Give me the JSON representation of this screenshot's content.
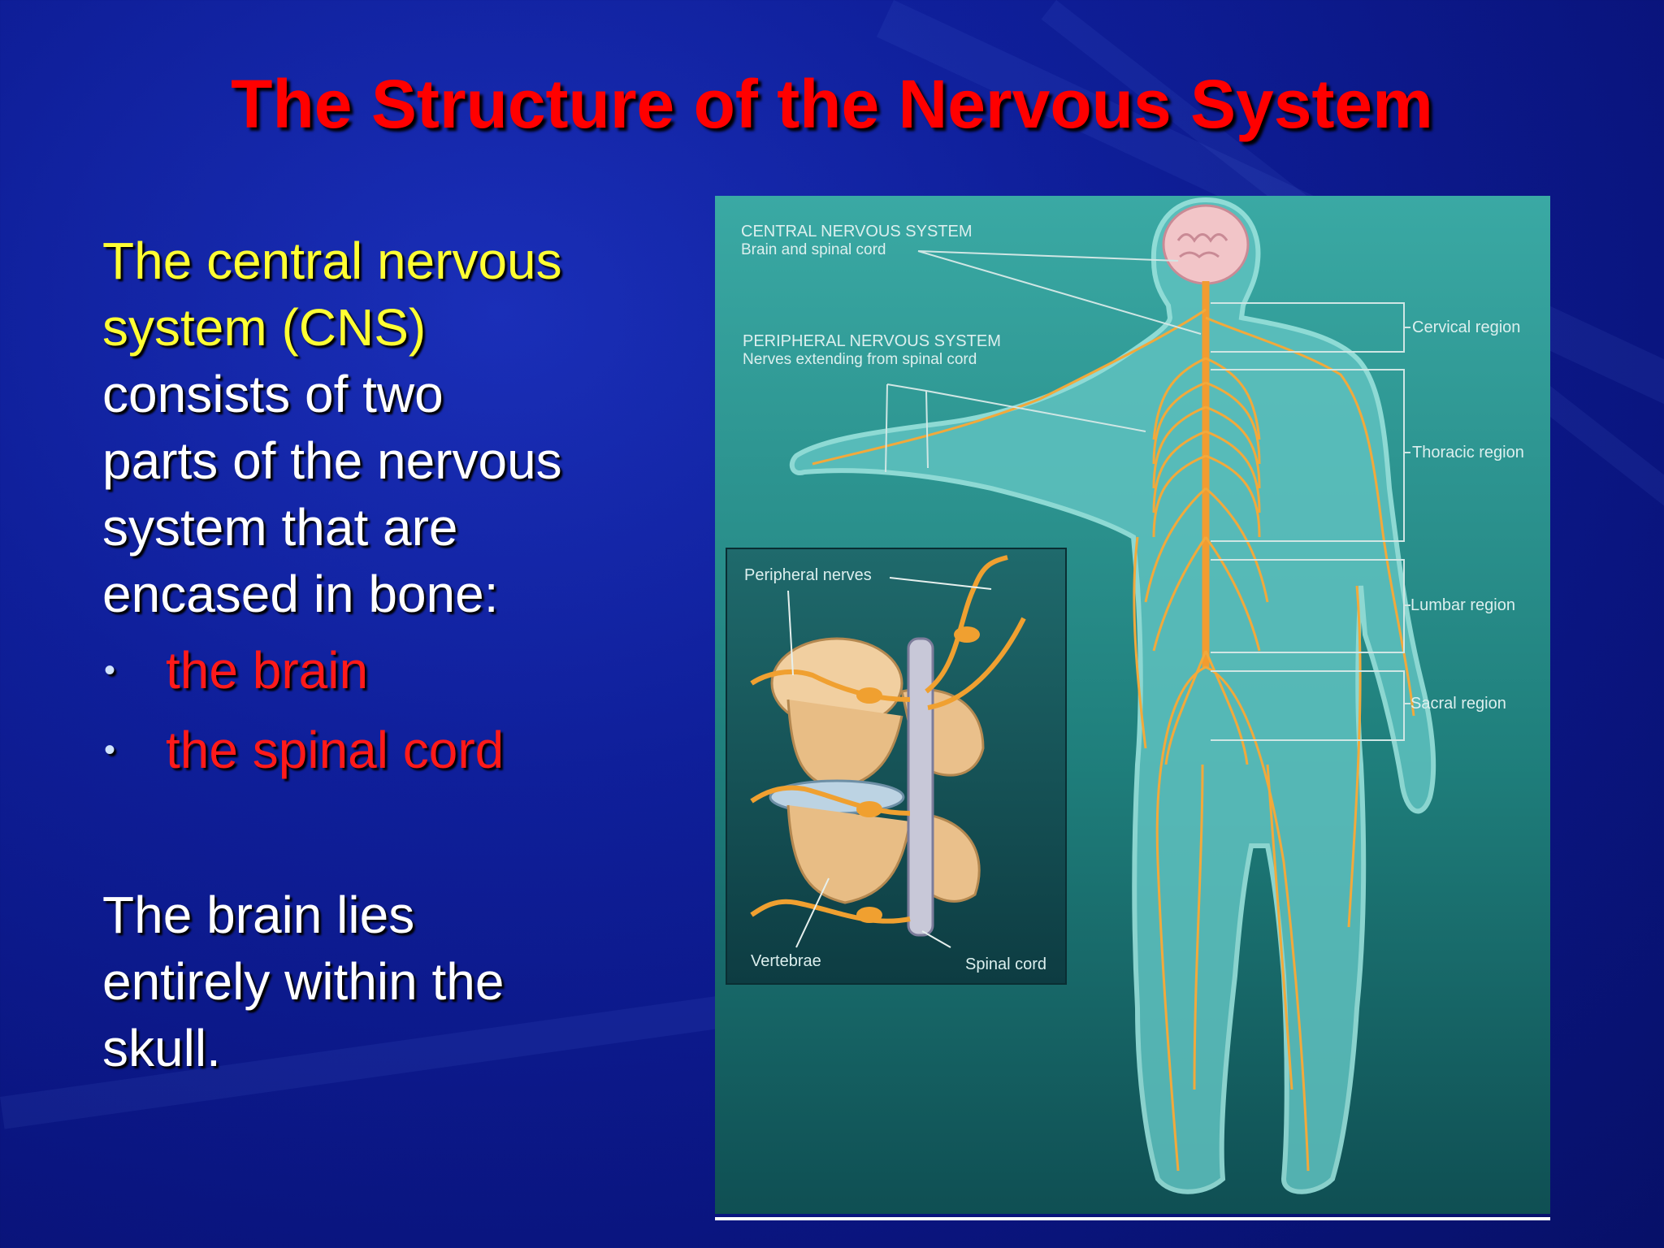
{
  "slide": {
    "title": "The Structure of the Nervous System",
    "intro_highlight_line1": "The central nervous",
    "intro_highlight_line2": "system (CNS)",
    "intro_rest_line1": "consists of two",
    "intro_rest_line2": "parts of the nervous",
    "intro_rest_line3": "system that are",
    "intro_rest_line4": "encased in bone:",
    "bullets": [
      "the brain",
      "the spinal cord"
    ],
    "bullet_glyph": "•",
    "para2_line1": "The brain lies",
    "para2_line2": "entirely within the",
    "para2_line3": "skull."
  },
  "figure": {
    "cns_title": "CENTRAL NERVOUS SYSTEM",
    "cns_sub": "Brain and spinal cord",
    "pns_title": "PERIPHERAL NERVOUS SYSTEM",
    "pns_sub": "Nerves extending from spinal cord",
    "regions": [
      "Cervical region",
      "Thoracic region",
      "Lumbar region",
      "Sacral region"
    ],
    "inset_peripheral": "Peripheral nerves",
    "inset_vertebrae": "Vertebrae",
    "inset_spinal": "Spinal cord"
  },
  "colors": {
    "title": "#ff0000",
    "highlight": "#ffff33",
    "body_text": "#ffffff",
    "bullet_text": "#ff1a1a",
    "background": "#0f1f9a",
    "figure_bg": "#2a8f8c",
    "nerve": "#f2a93b"
  }
}
